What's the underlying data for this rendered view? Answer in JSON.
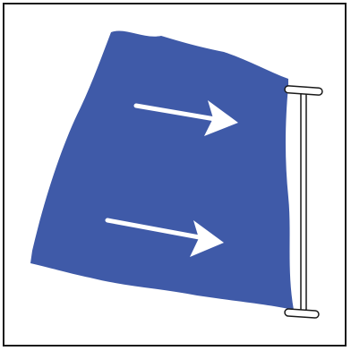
{
  "scene": {
    "subject": "flag-on-pole",
    "colors": {
      "flag": "#3f5aa8",
      "arrow": "#ffffff",
      "pole_fill": "#ffffff",
      "pole_stroke": "#1a1a1a",
      "frame_border": "#1a1a1a",
      "background": "#ffffff"
    },
    "arrows": [
      {
        "direction": "right"
      },
      {
        "direction": "right"
      }
    ]
  }
}
